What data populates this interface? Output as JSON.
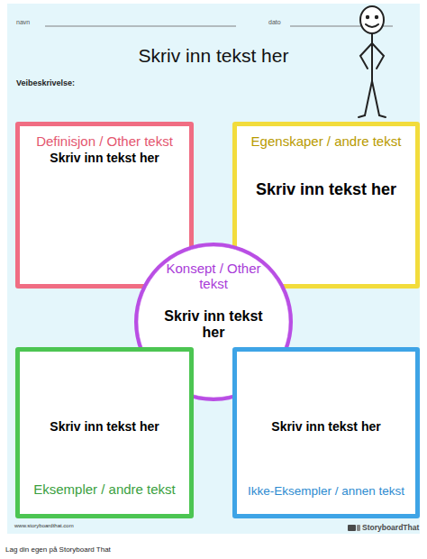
{
  "diagram": {
    "title": "Skriv inn tekst her",
    "nodes": [
      {
        "text": [
          "Definisjon / Other tekst",
          "Skriv inn tekst her"
        ]
      },
      {
        "text": [
          "Egenskaper / andre tekst",
          "Skriv inn tekst her"
        ]
      },
      {
        "text": [
          "Konsept / Other tekst",
          "Skriv inn tekst her"
        ]
      },
      {
        "text": [
          "Skriv inn tekst her",
          "Eksempler / andre tekst"
        ]
      },
      {
        "text": [
          "Skriv inn tekst her",
          "Ikke-Eksempler / annen tekst"
        ]
      }
    ],
    "labels": [
      "navn",
      "dato",
      "Veibeskrivelse:",
      "www.storyboardthat.com",
      "StoryboardThat",
      "Lag din egen på Storyboard That"
    ]
  }
}
